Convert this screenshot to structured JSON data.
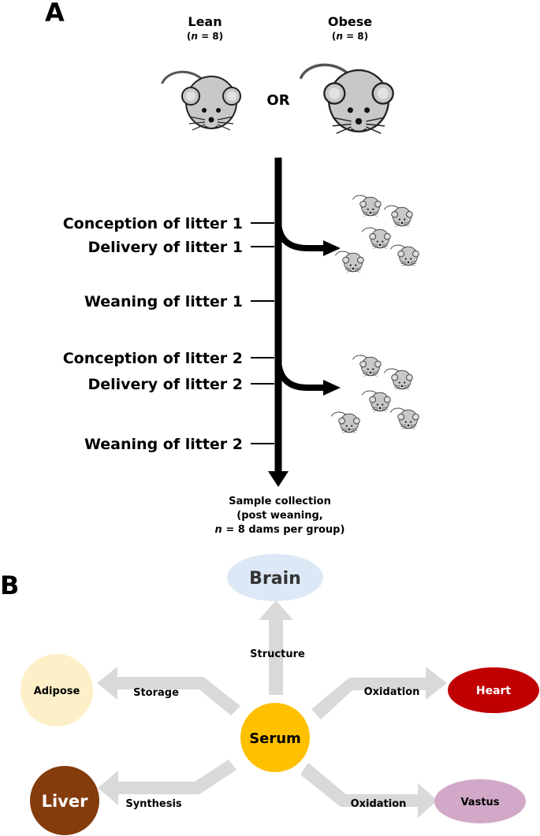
{
  "panels": {
    "a": "A",
    "b": "B"
  },
  "panel_a": {
    "lean": {
      "title": "Lean",
      "n_prefix": "(",
      "n_var": "n",
      "n_suffix": " = 8)"
    },
    "obese": {
      "title": "Obese",
      "n_prefix": "(",
      "n_var": "n",
      "n_suffix": " = 8)"
    },
    "or_label": "OR",
    "timeline": [
      "Conception of litter 1",
      "Delivery of litter 1",
      "Weaning of litter 1",
      "Conception of litter 2",
      "Delivery of litter 2",
      "Weaning of litter 2"
    ],
    "sample_collection": {
      "line1": "Sample collection",
      "line2": "(post weaning,",
      "line3_var": "n",
      "line3_rest": " = 8 dams per group)"
    }
  },
  "panel_b": {
    "nodes": {
      "brain": {
        "label": "Brain",
        "fill": "#dce8f5",
        "text": "#333333"
      },
      "adipose": {
        "label": "Adipose",
        "fill": "#fdf0c8",
        "text": "#000000"
      },
      "serum": {
        "label": "Serum",
        "fill": "#ffc000",
        "text": "#000000"
      },
      "heart": {
        "label": "Heart",
        "fill": "#c00000",
        "text": "#ffffff"
      },
      "liver": {
        "label": "Liver",
        "fill": "#843c0c",
        "text": "#ffffff"
      },
      "vastus": {
        "label": "Vastus",
        "fill": "#d2a8c8",
        "text": "#000000"
      }
    },
    "flows": {
      "structure": "Structure",
      "storage": "Storage",
      "oxidation_heart": "Oxidation",
      "synthesis": "Synthesis",
      "oxidation_vastus": "Oxidation"
    },
    "arrow_color": "#d9d9d9"
  }
}
